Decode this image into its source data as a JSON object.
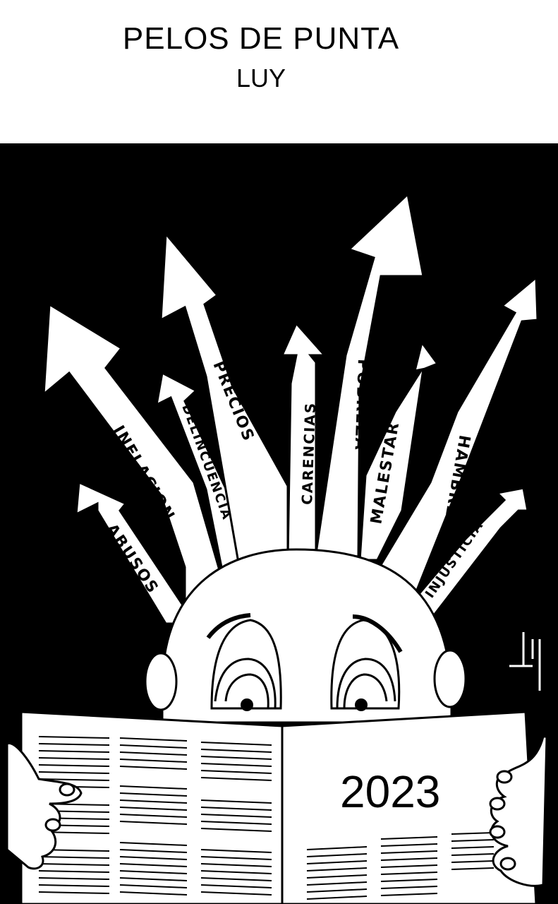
{
  "header": {
    "title": "PELOS DE PUNTA",
    "author": "LUY"
  },
  "cartoon": {
    "arrows": [
      {
        "label": "ABUSOS"
      },
      {
        "label": "INFLACION"
      },
      {
        "label": "DELINCUENCIA"
      },
      {
        "label": "PRECIOS"
      },
      {
        "label": "CARENCIAS"
      },
      {
        "label": "POBREZA"
      },
      {
        "label": "MALESTAR"
      },
      {
        "label": "HAMBRE"
      },
      {
        "label": "INJUSTICIA"
      }
    ],
    "newspaper_year": "2023",
    "colors": {
      "background": "#000000",
      "ink": "#000000",
      "paper": "#ffffff"
    }
  }
}
